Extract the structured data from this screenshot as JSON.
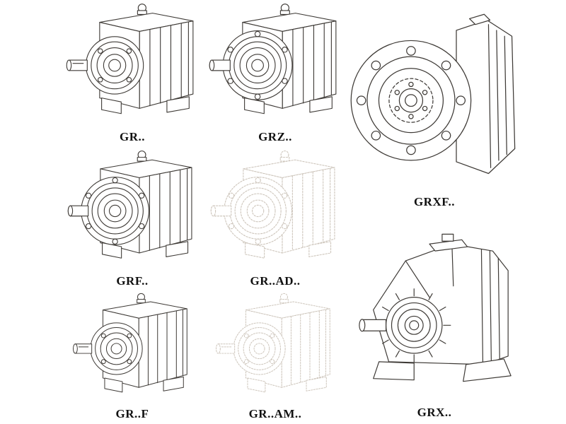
{
  "page": {
    "background": "#ffffff"
  },
  "colors": {
    "line": "#3e3a36",
    "ghost_line": "#cdc5bb",
    "label": "#111111"
  },
  "figures": [
    {
      "label": "GR..",
      "variant": "foot-mounted-reducer"
    },
    {
      "label": "GRZ..",
      "variant": "foot-mounted-reducer-flange"
    },
    {
      "label": "GRXF..",
      "variant": "front-flange-reducer"
    },
    {
      "label": "GRF..",
      "variant": "flange-reducer"
    },
    {
      "label": "GR..AD..",
      "variant": "reducer-with-input-adapter-ghost"
    },
    {
      "label": "GRX..",
      "variant": "large-foot-mounted-reducer"
    },
    {
      "label": "GR..F",
      "variant": "foot-mounted-reducer"
    },
    {
      "label": "GR..AM..",
      "variant": "reducer-with-motor-flange-ghost"
    }
  ]
}
